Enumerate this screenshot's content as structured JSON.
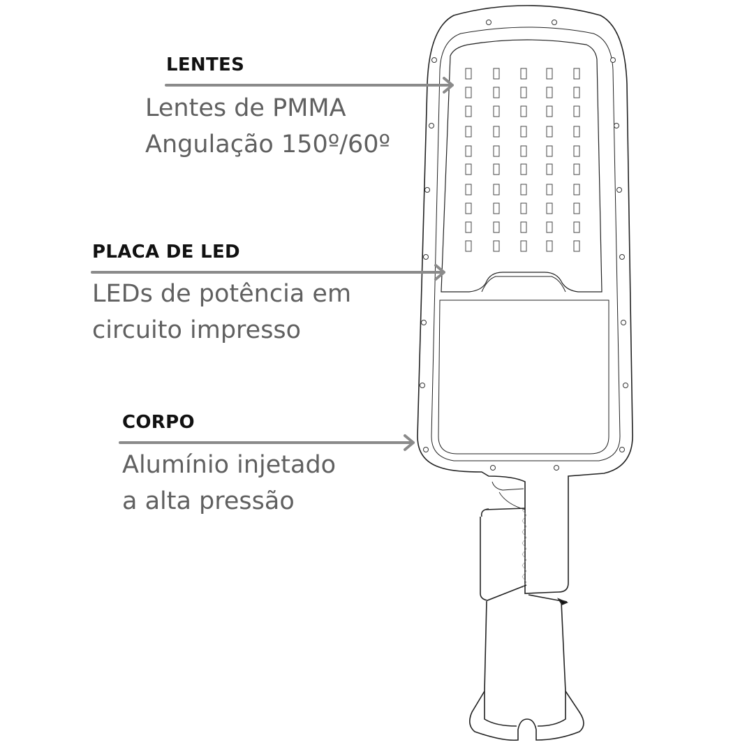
{
  "callouts": [
    {
      "title": "LENTES",
      "lines": [
        "Lentes de PMMA",
        "Angulação 150º/60º"
      ]
    },
    {
      "title": "PLACA DE LED",
      "lines": [
        "LEDs de potência em",
        "circuito impresso"
      ]
    },
    {
      "title": "CORPO",
      "lines": [
        "Alumínio injetado",
        "a alta pressão"
      ]
    }
  ],
  "colors": {
    "arrow": "#8a8a8a",
    "title": "#111111",
    "text": "#606060",
    "outline": "#222222"
  },
  "led_grid": {
    "columns": 5,
    "rows": 10
  }
}
